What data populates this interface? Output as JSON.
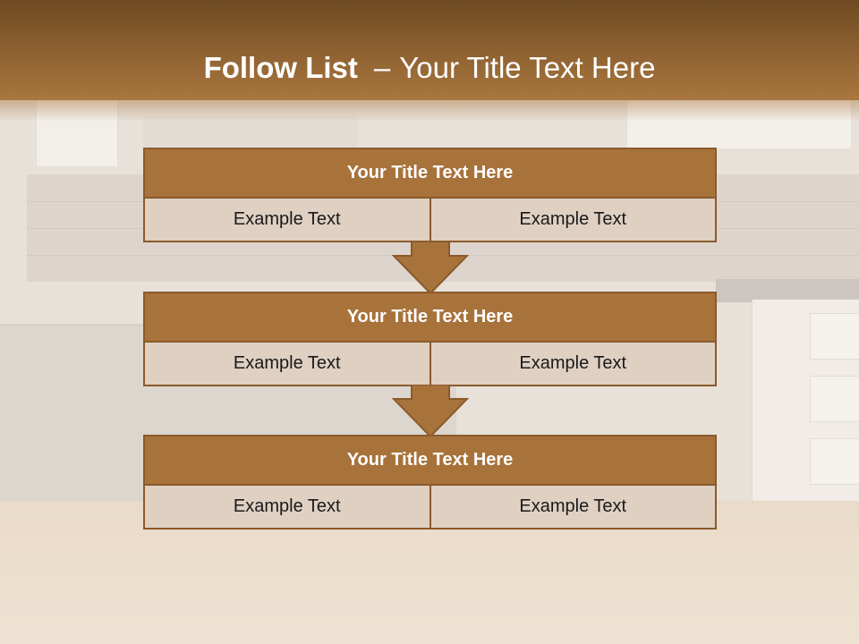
{
  "slide": {
    "title_bold": "Follow List",
    "title_separator": "–",
    "title_rest": "Your Title Text Here"
  },
  "blocks": [
    {
      "title": "Your Title Text Here",
      "cells": [
        "Example Text",
        "Example Text"
      ]
    },
    {
      "title": "Your Title Text Here",
      "cells": [
        "Example Text",
        "Example Text"
      ]
    },
    {
      "title": "Your Title Text Here",
      "cells": [
        "Example Text",
        "Example Text"
      ]
    }
  ],
  "colors": {
    "header": "#8a5e2f",
    "block_title": "#a8723b",
    "cell": "#dfd0c2",
    "border": "#8b5a2b"
  }
}
